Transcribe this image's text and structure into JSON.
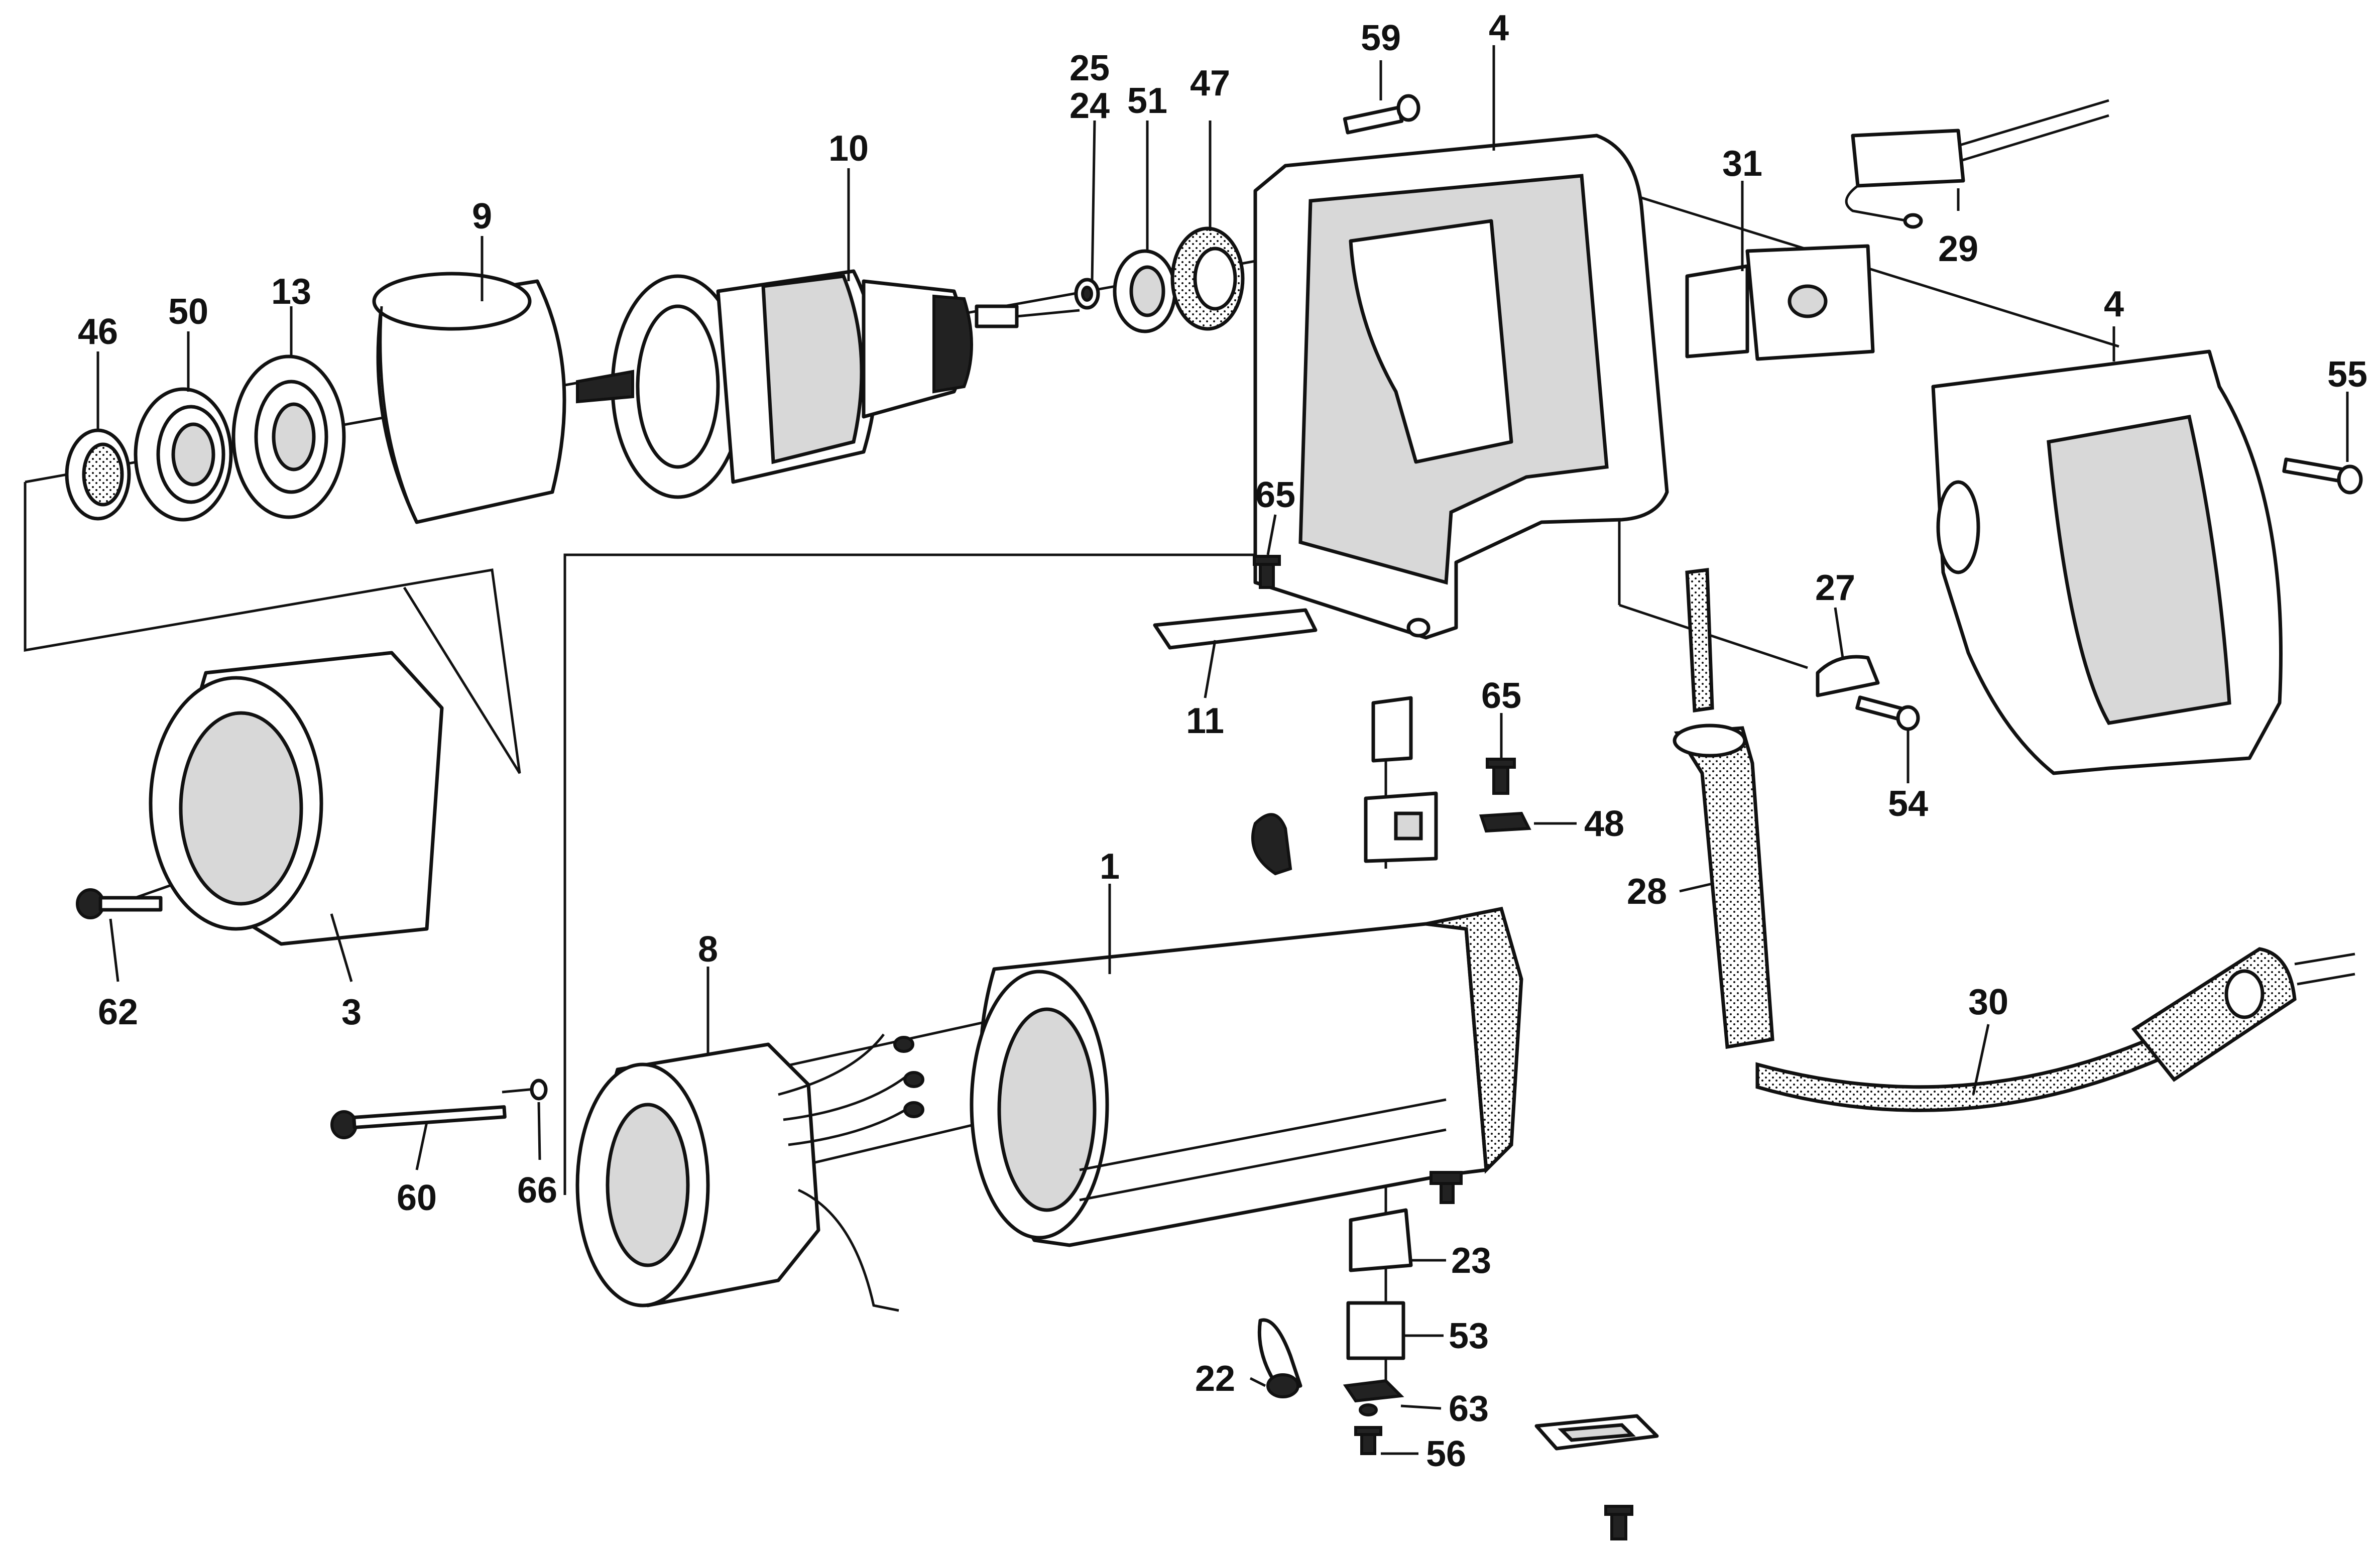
{
  "diagram": {
    "style": {
      "ink": "#111111",
      "background": "#ffffff"
    },
    "callouts": [
      {
        "id": "c59",
        "label": "59"
      },
      {
        "id": "c4a",
        "label": "4"
      },
      {
        "id": "c25",
        "label": "25"
      },
      {
        "id": "c24",
        "label": "24"
      },
      {
        "id": "c51",
        "label": "51"
      },
      {
        "id": "c47",
        "label": "47"
      },
      {
        "id": "c10",
        "label": "10"
      },
      {
        "id": "c31",
        "label": "31"
      },
      {
        "id": "c29",
        "label": "29"
      },
      {
        "id": "c9",
        "label": "9"
      },
      {
        "id": "c4b",
        "label": "4"
      },
      {
        "id": "c46",
        "label": "46"
      },
      {
        "id": "c50",
        "label": "50"
      },
      {
        "id": "c13",
        "label": "13"
      },
      {
        "id": "c55",
        "label": "55"
      },
      {
        "id": "c65a",
        "label": "65"
      },
      {
        "id": "c27",
        "label": "27"
      },
      {
        "id": "c11",
        "label": "11"
      },
      {
        "id": "c65b",
        "label": "65"
      },
      {
        "id": "c54",
        "label": "54"
      },
      {
        "id": "c48",
        "label": "48"
      },
      {
        "id": "c1",
        "label": "1"
      },
      {
        "id": "c28",
        "label": "28"
      },
      {
        "id": "c62",
        "label": "62"
      },
      {
        "id": "c3",
        "label": "3"
      },
      {
        "id": "c8",
        "label": "8"
      },
      {
        "id": "c30",
        "label": "30"
      },
      {
        "id": "c60",
        "label": "60"
      },
      {
        "id": "c66",
        "label": "66"
      },
      {
        "id": "c23",
        "label": "23"
      },
      {
        "id": "c53",
        "label": "53"
      },
      {
        "id": "c22",
        "label": "22"
      },
      {
        "id": "c63",
        "label": "63"
      },
      {
        "id": "c56",
        "label": "56"
      }
    ]
  }
}
